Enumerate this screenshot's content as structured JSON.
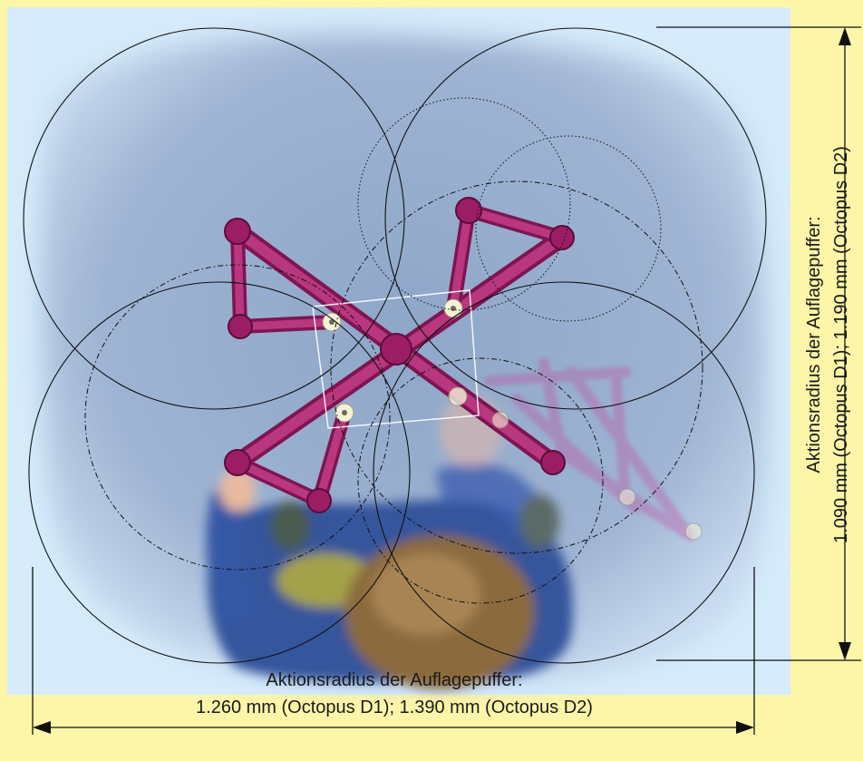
{
  "annotations": {
    "horizontal": {
      "label": "Aktionsradius der Auflagepuffer:",
      "values": "1.260 mm (Octopus D1);  1.390 mm (Octopus D2)"
    },
    "vertical": {
      "label": "Aktionsradius der Auflagepuffer:",
      "values": "1.090 mm (Octopus D1);  1.190 mm (Octopus D2)"
    }
  },
  "colors": {
    "page_background": "#fdf6a8",
    "photo_frame": "#d6ecfb",
    "floor": "#9cb2d2",
    "equipment": "#a3236e",
    "child_jacket": "#2f4f9a",
    "child_hair": "#8a6a3c"
  }
}
